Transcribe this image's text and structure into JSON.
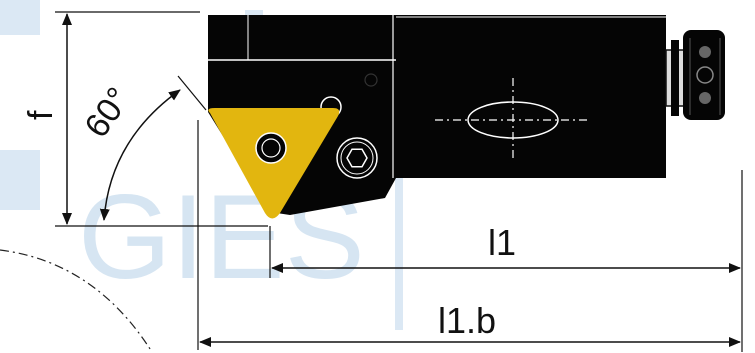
{
  "labels": {
    "height": "f",
    "angle": "60°",
    "length": "l1",
    "total_length": "l1.b"
  },
  "watermark": {
    "text": "GIES"
  },
  "icons": [
    "triangular-insert-icon",
    "hex-socket-screw-icon",
    "knurled-knob-icon",
    "center-mark-icon"
  ],
  "colors": {
    "body": "#050505",
    "insert": "#e2b60f",
    "line": "#111111",
    "watermark": "#c9dcef"
  }
}
